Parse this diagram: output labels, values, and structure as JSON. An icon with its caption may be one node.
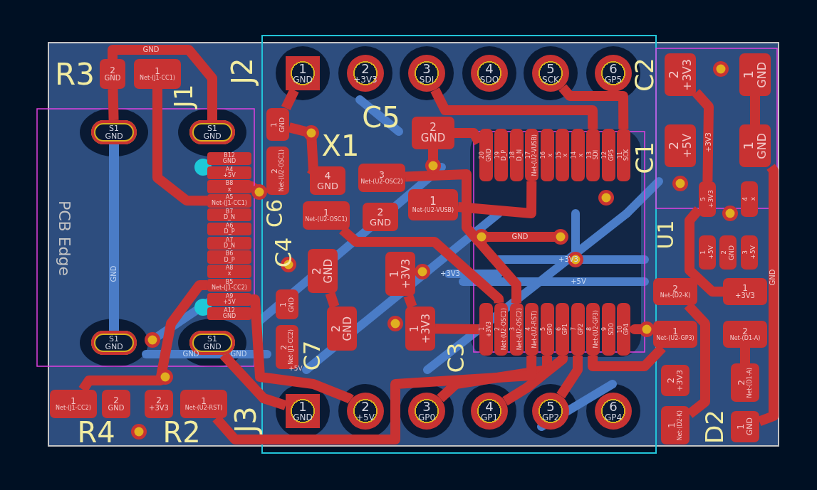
{
  "diagram": {
    "nodes": [
      {
        "text": [
          "1",
          "GND"
        ]
      },
      {
        "text": [
          "2",
          "+3V3"
        ]
      },
      {
        "text": [
          "3",
          "SDI"
        ]
      },
      {
        "text": [
          "4",
          "SDO"
        ]
      },
      {
        "text": [
          "5",
          "SCK"
        ]
      },
      {
        "text": [
          "6",
          "GP5"
        ]
      },
      {
        "text": [
          "1",
          "GND"
        ]
      },
      {
        "text": [
          "2",
          "+5V"
        ]
      },
      {
        "text": [
          "3",
          "GP0"
        ]
      },
      {
        "text": [
          "4",
          "GP1"
        ]
      },
      {
        "text": [
          "5",
          "GP2"
        ]
      },
      {
        "text": [
          "6",
          "GP4"
        ]
      },
      {
        "text": [
          "2",
          "GND"
        ]
      },
      {
        "text": [
          "1",
          "Net-(J1-CC1)"
        ]
      },
      {
        "text": [
          "S1",
          "GND"
        ]
      },
      {
        "text": [
          "S1",
          "GND"
        ]
      },
      {
        "text": [
          "S1",
          "GND"
        ]
      },
      {
        "text": [
          "S1",
          "GND"
        ]
      },
      {
        "text": [
          "B12",
          "GND"
        ]
      },
      {
        "text": [
          "A4",
          "+5V"
        ]
      },
      {
        "text": [
          "B8",
          "x"
        ]
      },
      {
        "text": [
          "A5",
          "Net-(J1-CC1)"
        ]
      },
      {
        "text": [
          "B7",
          "D_N"
        ]
      },
      {
        "text": [
          "A6",
          "D_P"
        ]
      },
      {
        "text": [
          "A7",
          "D_N"
        ]
      },
      {
        "text": [
          "B6",
          "D_P"
        ]
      },
      {
        "text": [
          "A8",
          "x"
        ]
      },
      {
        "text": [
          "B5",
          "Net-(J1-CC2)"
        ]
      },
      {
        "text": [
          "A9",
          "+5V"
        ]
      },
      {
        "text": [
          "A12",
          "GND"
        ]
      },
      {
        "text": [
          "1",
          "GND"
        ]
      },
      {
        "text": [
          "2",
          "Net-(U2-OSC1)"
        ]
      },
      {
        "text": [
          "4",
          "GND"
        ]
      },
      {
        "text": [
          "3",
          "Net-(U2-OSC2)"
        ]
      },
      {
        "text": [
          "1",
          "Net-(U2-OSC1)"
        ]
      },
      {
        "text": [
          "2",
          "GND"
        ]
      },
      {
        "text": [
          "2",
          "GND"
        ]
      },
      {
        "text": [
          "1",
          "Net-(U2-VUSB)"
        ]
      },
      {
        "text": [
          "20",
          "GND"
        ]
      },
      {
        "text": [
          "19",
          "D_P"
        ]
      },
      {
        "text": [
          "18",
          "D_N"
        ]
      },
      {
        "text": [
          "17",
          "Net-(U2-VUSB)"
        ]
      },
      {
        "text": [
          "16",
          "x"
        ]
      },
      {
        "text": [
          "15",
          "x"
        ]
      },
      {
        "text": [
          "14",
          "x"
        ]
      },
      {
        "text": [
          "13",
          "SDI"
        ]
      },
      {
        "text": [
          "12",
          "GP5"
        ]
      },
      {
        "text": [
          "11",
          "SCK"
        ]
      },
      {
        "text": [
          "1",
          "+3V3"
        ]
      },
      {
        "text": [
          "2",
          "Net-(U2-OSC1)"
        ]
      },
      {
        "text": [
          "3",
          "Net-(U2-OSC2)"
        ]
      },
      {
        "text": [
          "4",
          "Net-(U2-RST)"
        ]
      },
      {
        "text": [
          "5",
          "GP0"
        ]
      },
      {
        "text": [
          "6",
          "GP1"
        ]
      },
      {
        "text": [
          "7",
          "GP2"
        ]
      },
      {
        "text": [
          "8",
          "Net-(U2-GP3)"
        ]
      },
      {
        "text": [
          "9",
          "SDO"
        ]
      },
      {
        "text": [
          "10",
          "GP4"
        ]
      },
      {
        "text": [
          "2",
          "GND"
        ]
      },
      {
        "text": [
          "1",
          "+3V3"
        ]
      },
      {
        "text": [
          "2",
          "GND"
        ]
      },
      {
        "text": [
          "1",
          "+3V3"
        ]
      },
      {
        "text": [
          "1",
          "GND"
        ]
      },
      {
        "text": [
          "2",
          "Net-(J1-CC2)"
        ]
      },
      {
        "text": [
          "2",
          "+3V3"
        ]
      },
      {
        "text": [
          "1",
          "GND"
        ]
      },
      {
        "text": [
          "2",
          "+5V"
        ]
      },
      {
        "text": [
          "1",
          "GND"
        ]
      },
      {
        "text": [
          "5",
          "+3V3"
        ]
      },
      {
        "text": [
          "4",
          "x"
        ]
      },
      {
        "text": [
          "1",
          "+5V"
        ]
      },
      {
        "text": [
          "2",
          "GND"
        ]
      },
      {
        "text": [
          "3",
          "+5V"
        ]
      },
      {
        "text": [
          "2",
          "Net-(D2-K)"
        ]
      },
      {
        "text": [
          "1",
          "Net-(U2-GP3)"
        ]
      },
      {
        "text": [
          "1",
          "+3V3"
        ]
      },
      {
        "text": [
          "2",
          "Net-(D1-A)"
        ]
      },
      {
        "text": [
          "2",
          "+3V3"
        ]
      },
      {
        "text": [
          "1",
          "Net-(D2-K)"
        ]
      },
      {
        "text": [
          "2",
          "Net-(D1-A)"
        ]
      },
      {
        "text": [
          "1",
          "GND"
        ]
      },
      {
        "text": [
          "1",
          "Net-(J1-CC2)"
        ]
      },
      {
        "text": [
          "2",
          "GND"
        ]
      },
      {
        "text": [
          "2",
          "+3V3"
        ]
      },
      {
        "text": [
          "1",
          "Net-(U2-RST)"
        ]
      }
    ],
    "edges": [
      {
        "from": 12,
        "to": 14,
        "arrow": "none"
      },
      {
        "from": 12,
        "to": 15,
        "arrow": "none"
      },
      {
        "from": 13,
        "to": 21,
        "arrow": "none"
      },
      {
        "from": 0,
        "to": 30,
        "arrow": "none"
      },
      {
        "from": 30,
        "to": 32,
        "arrow": "none"
      },
      {
        "from": 36,
        "to": 38,
        "arrow": "none"
      },
      {
        "from": 2,
        "to": 45,
        "arrow": "none"
      },
      {
        "from": 4,
        "to": 47,
        "arrow": "none"
      },
      {
        "from": 37,
        "to": 41,
        "arrow": "none"
      },
      {
        "from": 64,
        "to": 68,
        "arrow": "none"
      },
      {
        "from": 65,
        "to": 67,
        "arrow": "none"
      },
      {
        "from": 6,
        "to": 17,
        "arrow": "none"
      },
      {
        "from": 8,
        "to": 52,
        "arrow": "none"
      },
      {
        "from": 9,
        "to": 53,
        "arrow": "none"
      },
      {
        "from": 10,
        "to": 54,
        "arrow": "none"
      },
      {
        "from": 81,
        "to": 27,
        "arrow": "none"
      },
      {
        "from": 84,
        "to": 51,
        "arrow": "none"
      },
      {
        "from": 80,
        "to": 67,
        "arrow": "none"
      },
      {
        "from": 73,
        "to": 78,
        "arrow": "none"
      },
      {
        "from": 68,
        "to": 75,
        "arrow": "none"
      },
      {
        "from": 76,
        "to": 79,
        "arrow": "none"
      },
      {
        "from": 55,
        "to": 74,
        "arrow": "none"
      },
      {
        "from": 59,
        "to": 61,
        "arrow": "none"
      },
      {
        "from": 61,
        "to": 48,
        "arrow": "none"
      },
      {
        "from": 58,
        "to": 60,
        "arrow": "none"
      },
      {
        "from": 28,
        "to": 7,
        "arrow": "none"
      },
      {
        "from": 34,
        "to": 49,
        "arrow": "none"
      },
      {
        "from": 33,
        "to": 50,
        "arrow": "none"
      },
      {
        "from": 14,
        "to": 16,
        "arrow": "none",
        "color": "#4a7cc7"
      }
    ],
    "labels": [
      "R3",
      "J1",
      "J2",
      "C5",
      "X1",
      "C6",
      "C4",
      "C7",
      "C3",
      "C2",
      "C1",
      "U1",
      "R4",
      "R2",
      "J3",
      "D2",
      "PCB Edge",
      "GND",
      "GND",
      "GND",
      "+3V3",
      "+5V",
      "GND",
      "GND",
      "+5V",
      "+3V3",
      "GND",
      "+3V3"
    ]
  }
}
